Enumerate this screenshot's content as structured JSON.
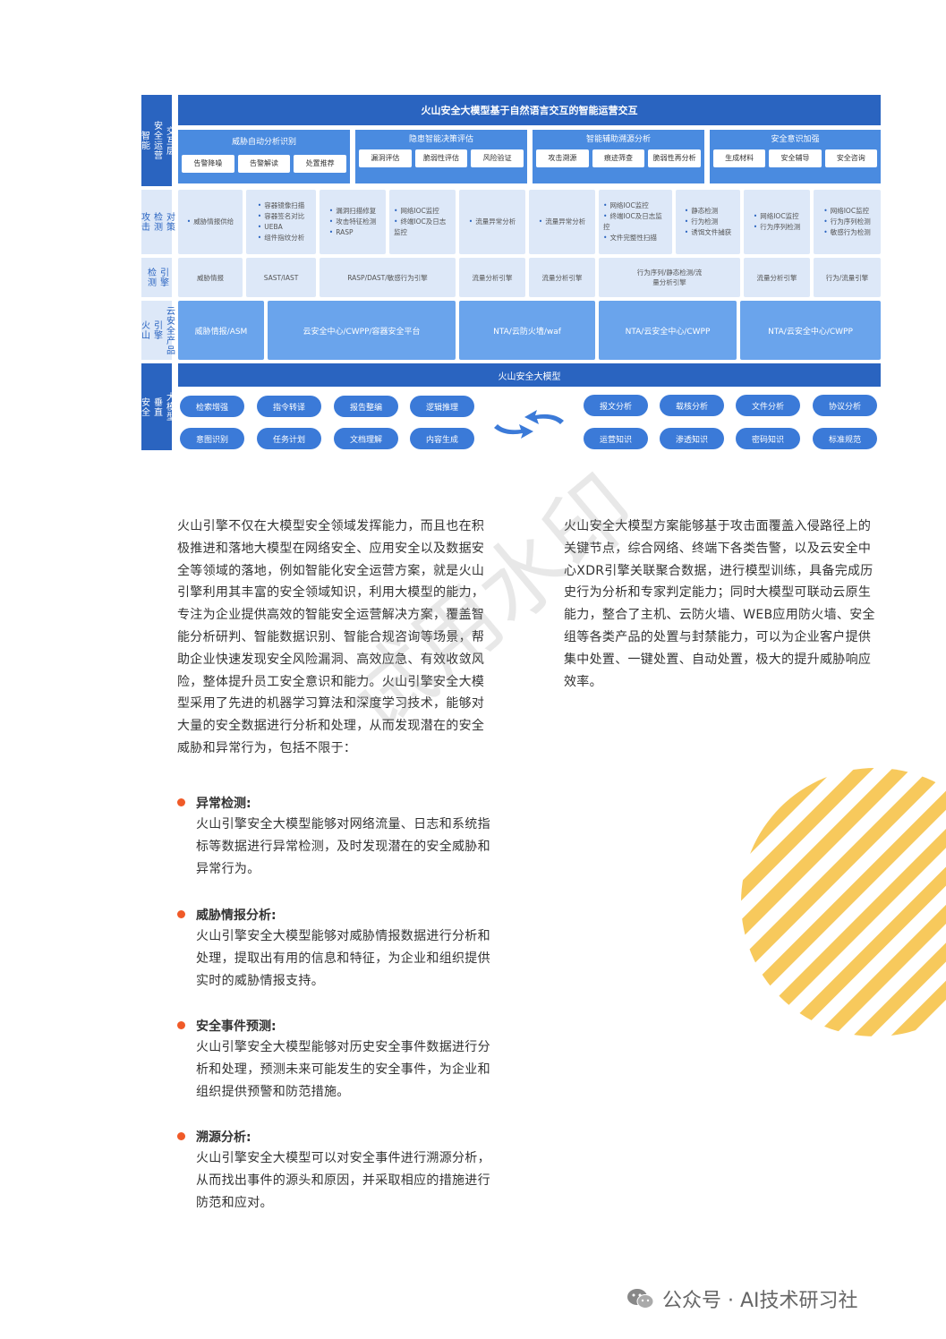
{
  "diagram": {
    "sides": {
      "layer1": [
        "智能",
        "安全运营",
        "交互层"
      ],
      "layer2": [
        "攻击",
        "检测",
        "对策"
      ],
      "layer3": [
        "检测",
        "引擎"
      ],
      "layer4": [
        "火山",
        "引擎",
        "云安全产品"
      ],
      "layer5": [
        "安全",
        "垂直",
        "大模型"
      ]
    },
    "top_bar": "火山安全大模型基于自然语言交互的智能运营交互",
    "groups": [
      {
        "title": "威胁自动分析识别",
        "items": [
          "告警降噪",
          "告警解读",
          "处置推荐"
        ]
      },
      {
        "title": "隐患智能决策评估",
        "items": [
          "漏洞评估",
          "脆弱性评估",
          "风险验证"
        ]
      },
      {
        "title": "智能辅助溯源分析",
        "items": [
          "攻击溯源",
          "痕迹筛查",
          "脆弱性再分析"
        ]
      },
      {
        "title": "安全意识加强",
        "items": [
          "生成材料",
          "安全辅导",
          "安全咨询"
        ]
      }
    ],
    "detect": [
      [
        "威胁情报供给"
      ],
      [
        "容器镜像扫描",
        "容器签名对比",
        "UEBA",
        "组件指纹分析"
      ],
      [
        "漏洞扫描修复",
        "攻击特征检测",
        "RASP"
      ],
      [
        "网络IOC监控",
        "终端IOC及日志监控"
      ],
      [
        "流量异常分析"
      ],
      [
        "流量异常分析"
      ],
      [
        "网络IOC监控",
        "终端IOC及日志监控",
        "文件完整性扫描"
      ],
      [
        "静态检测",
        "行为检测",
        "诱饵文件捕获"
      ],
      [
        "网络IOC监控",
        "行为序列检测"
      ],
      [
        "网络IOC监控",
        "行为序列检测",
        "敏感行为检测"
      ]
    ],
    "engines": [
      "威胁情报",
      "SAST/IAST",
      "RASP/DAST/敏感行为引擎",
      "流量分析引擎",
      "流量分析引擎",
      "行为序列/静态检测/流量分析引擎",
      "流量分析引擎",
      "行为/流量引擎"
    ],
    "products": [
      "威胁情报/ASM",
      "云安全中心/CWPP/容器安全平台",
      "NTA/云防火墙/waf",
      "NTA/云安全中心/CWPP",
      "NTA/云安全中心/CWPP"
    ],
    "model_bar": "火山安全大模型",
    "pills_left_top": [
      "检索增强",
      "指令转译",
      "报告整编",
      "逻辑推理"
    ],
    "pills_left_bottom": [
      "意图识别",
      "任务计划",
      "文档理解",
      "内容生成"
    ],
    "pills_right_top": [
      "报文分析",
      "载核分析",
      "文件分析",
      "协议分析"
    ],
    "pills_right_bottom": [
      "运营知识",
      "渗透知识",
      "密码知识",
      "标准规范"
    ],
    "colors": {
      "primary": "#2a64c0",
      "secondary": "#4a8be0",
      "light": "#dde8f8"
    }
  },
  "left_paragraph": "火山引擎不仅在大模型安全领域发挥能力，而且也在积极推进和落地大模型在网络安全、应用安全以及数据安全等领域的落地，例如智能化安全运营方案，就是火山引擎利用其丰富的安全领域知识，利用大模型的能力，专注为企业提供高效的智能安全运营解决方案，覆盖智能分析研判、智能数据识别、智能合规咨询等场景，帮助企业快速发现安全风险漏洞、高效应急、有效收敛风险，整体提升员工安全意识和能力。火山引擎安全大模型采用了先进的机器学习算法和深度学习技术，能够对大量的安全数据进行分析和处理，从而发现潜在的安全威胁和异常行为，包括不限于：",
  "right_paragraph": "火山安全大模型方案能够基于攻击面覆盖入侵路径上的关键节点，综合网络、终端下各类告警，以及云安全中心XDR引擎关联聚合数据，进行模型训练，具备完成历史行为分析和专家判定能力；同时大模型可联动云原生能力，整合了主机、云防火墙、WEB应用防火墙、安全组等各类产品的处置与封禁能力，可以为企业客户提供集中处置、一键处置、自动处置，极大的提升威胁响应效率。",
  "bullets": [
    {
      "title": "异常检测:",
      "body": "火山引擎安全大模型能够对网络流量、日志和系统指标等数据进行异常检测，及时发现潜在的安全威胁和异常行为。"
    },
    {
      "title": "威胁情报分析:",
      "body": "火山引擎安全大模型能够对威胁情报数据进行分析和处理，提取出有用的信息和特征，为企业和组织提供实时的威胁情报支持。"
    },
    {
      "title": "安全事件预测:",
      "body": "火山引擎安全大模型能够对历史安全事件数据进行分析和处理，预测未来可能发生的安全事件，为企业和组织提供预警和防范措施。"
    },
    {
      "title": "溯源分析:",
      "body": "火山引擎安全大模型可以对安全事件进行溯源分析，从而找出事件的源头和原因，并采取相应的措施进行防范和应对。"
    }
  ],
  "watermark": "试用水印",
  "footer": "公众号 · AI技术研习社",
  "colors": {
    "bullet": "#f05a28",
    "stripe": "#f7c95c"
  }
}
